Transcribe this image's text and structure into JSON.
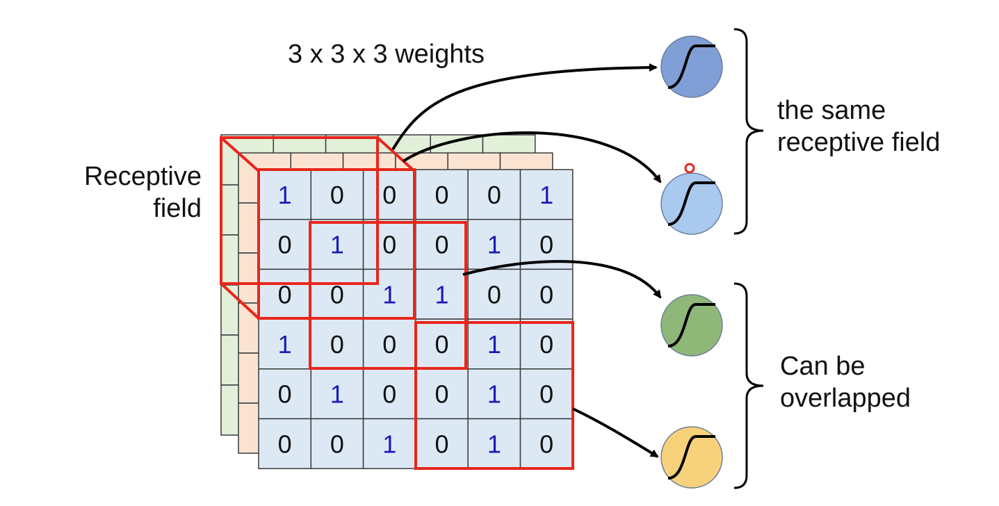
{
  "title_weights": "3 x 3 x 3 weights",
  "receptive_field_label": [
    "Receptive",
    "field"
  ],
  "same_field_label": [
    "the same",
    "receptive field"
  ],
  "overlap_label": [
    "Can be",
    "overlapped"
  ],
  "grid": [
    [
      "1",
      "0",
      "0",
      "0",
      "0",
      "1"
    ],
    [
      "0",
      "1",
      "0",
      "0",
      "1",
      "0"
    ],
    [
      "0",
      "0",
      "1",
      "1",
      "0",
      "0"
    ],
    [
      "1",
      "0",
      "0",
      "0",
      "1",
      "0"
    ],
    [
      "0",
      "1",
      "0",
      "0",
      "1",
      "0"
    ],
    [
      "0",
      "0",
      "1",
      "0",
      "1",
      "0"
    ]
  ],
  "colors": {
    "front_channel": "#dce9f5",
    "middle_channel": "#fbe3d2",
    "back_channel": "#e2efd9",
    "highlight": "#e8261b",
    "one_digit": "#1a1ab8",
    "zero_digit": "#111111",
    "neuron_blue_dark": "#7f9fd6",
    "neuron_blue_light": "#a9c9ee",
    "neuron_green": "#8fb878",
    "neuron_yellow": "#f7d27a"
  },
  "neurons": [
    {
      "name": "neuron-blue-dark",
      "color": "#7f9fd6"
    },
    {
      "name": "neuron-blue-light",
      "color": "#a9c9ee"
    },
    {
      "name": "neuron-green",
      "color": "#8fb878"
    },
    {
      "name": "neuron-yellow",
      "color": "#f7d27a"
    }
  ]
}
